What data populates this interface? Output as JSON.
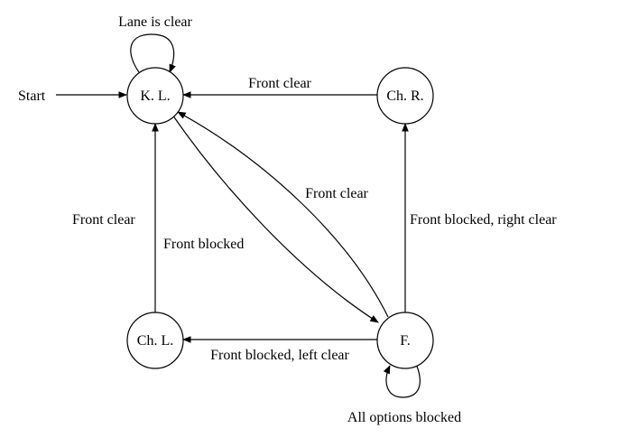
{
  "nodes": {
    "kl": "K. L.",
    "chr": "Ch. R.",
    "chl": "Ch. L.",
    "f": "F."
  },
  "edges": {
    "start": "Start",
    "kl_self": "Lane is clear",
    "chr_to_kl": "Front clear",
    "kl_to_f": "Front blocked",
    "f_to_kl": "Front clear",
    "chl_to_kl": "Front clear",
    "f_to_chr": "Front blocked, right clear",
    "f_to_chl": "Front blocked, left clear",
    "f_self": "All options blocked"
  },
  "colors": {
    "stroke": "#000000",
    "background": "#ffffff"
  }
}
